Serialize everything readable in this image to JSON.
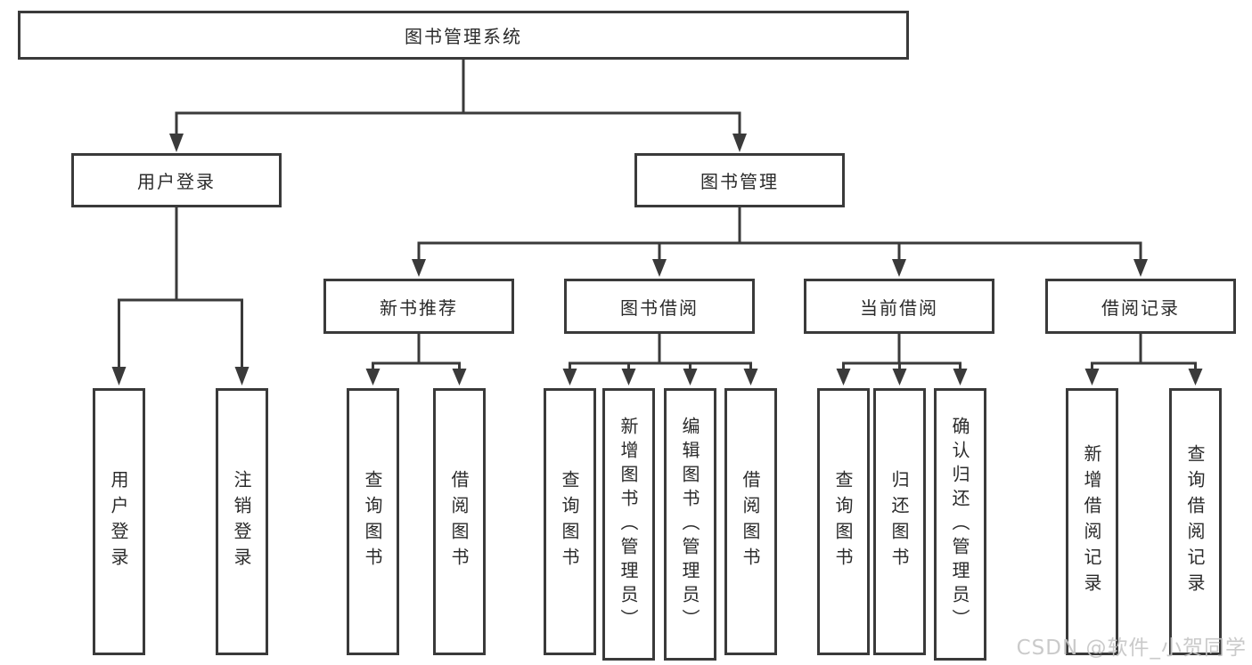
{
  "tree": {
    "root": {
      "label": "图书管理系统"
    },
    "level2": [
      {
        "label": "用户登录"
      },
      {
        "label": "图书管理"
      }
    ],
    "level3": [
      {
        "label": "新书推荐"
      },
      {
        "label": "图书借阅"
      },
      {
        "label": "当前借阅"
      },
      {
        "label": "借阅记录"
      }
    ],
    "leaves": {
      "user_login": [
        {
          "label": "用户登录"
        },
        {
          "label": "注销登录"
        }
      ],
      "new_book": [
        {
          "label": "查询图书"
        },
        {
          "label": "借阅图书"
        }
      ],
      "borrow": [
        {
          "label": "查询图书"
        },
        {
          "label": "新增图书（管理员）"
        },
        {
          "label": "编辑图书（管理员）"
        },
        {
          "label": "借阅图书"
        }
      ],
      "current": [
        {
          "label": "查询图书"
        },
        {
          "label": "归还图书"
        },
        {
          "label": "确认归还（管理员）"
        }
      ],
      "records": [
        {
          "label": "新增借阅记录"
        },
        {
          "label": "查询借阅记录"
        }
      ]
    }
  },
  "watermark": "CSDN @软件_小贺同学",
  "colors": {
    "line": "#3a3a3a",
    "box_border": "#3a3a3a",
    "box_fill": "#ffffff",
    "text": "#2b2b2b",
    "watermark": "#c5c5c5"
  }
}
